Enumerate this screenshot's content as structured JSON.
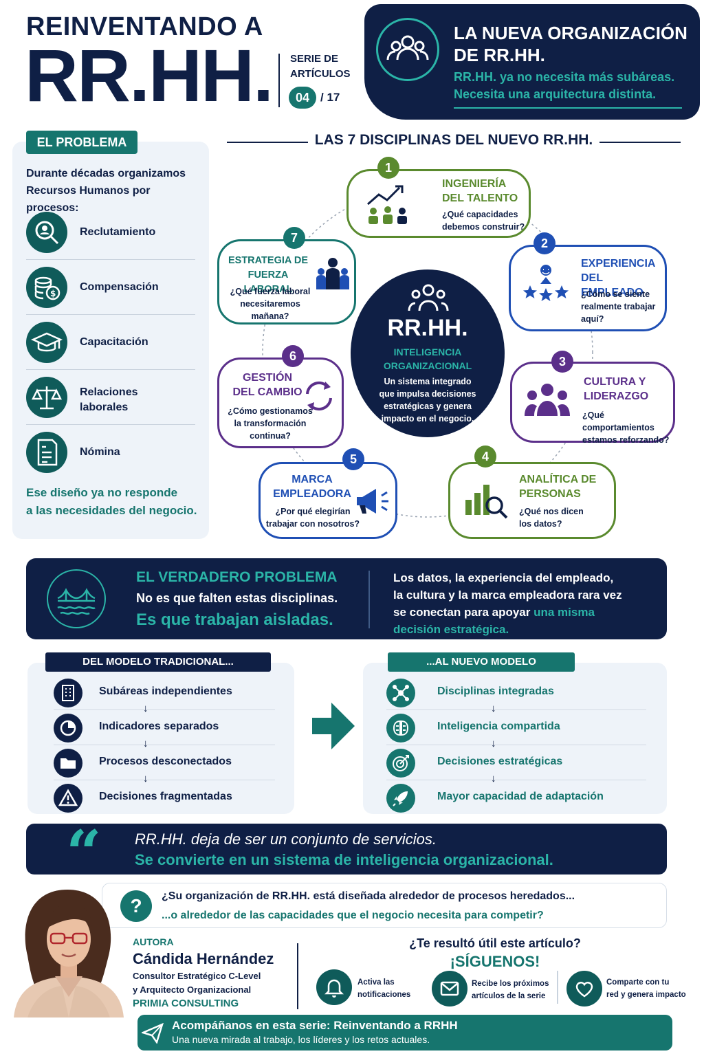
{
  "header": {
    "line1": "REINVENTANDO A",
    "big": "RR.HH.",
    "serie_line1": "SERIE DE",
    "serie_line2": "ARTÍCULOS",
    "article_number": "04",
    "article_total": "/ 17",
    "box_title_line1": "LA NUEVA ORGANIZACIÓN",
    "box_title_line2": "DE RR.HH.",
    "box_sub_line1": "RR.HH. ya no necesita más subáreas.",
    "box_sub_line2": "Necesita una arquitectura distinta."
  },
  "problem": {
    "tag": "EL PROBLEMA",
    "intro_line1": "Durante décadas organizamos",
    "intro_line2": "Recursos Humanos por procesos:",
    "items": [
      {
        "label": "Reclutamiento",
        "icon": "magnifier-person-icon"
      },
      {
        "label": "Compensación",
        "icon": "coins-icon"
      },
      {
        "label": "Capacitación",
        "icon": "graduation-cap-icon"
      },
      {
        "label_line1": "Relaciones",
        "label_line2": "laborales",
        "icon": "scales-icon"
      },
      {
        "label": "Nómina",
        "icon": "payroll-document-icon"
      }
    ],
    "end_line1": "Ese diseño ya no responde",
    "end_line2": "a las necesidades del negocio."
  },
  "disciplines": {
    "title": "LAS 7 DISCIPLINAS DEL NUEVO RR.HH.",
    "center": {
      "title": "RR.HH.",
      "sub_line1": "INTELIGENCIA",
      "sub_line2": "ORGANIZACIONAL",
      "desc_line1": "Un sistema integrado",
      "desc_line2": "que impulsa decisiones",
      "desc_line3": "estratégicas y genera",
      "desc_line4": "impacto en el negocio."
    },
    "items": [
      {
        "num": "1",
        "t1": "INGENIERÍA",
        "t2": "DEL TALENTO",
        "q1": "¿Qué capacidades",
        "q2": "debemos construir?",
        "q3": "",
        "color": "#5a8a2e"
      },
      {
        "num": "2",
        "t1": "EXPERIENCIA",
        "t2": "DEL EMPLEADO",
        "q1": "¿Cómo se siente",
        "q2": "realmente trabajar",
        "q3": "aquí?",
        "color": "#1f4fb4"
      },
      {
        "num": "3",
        "t1": "CULTURA Y",
        "t2": "LIDERAZGO",
        "q1": "¿Qué comportamientos",
        "q2": "estamos reforzando?",
        "q3": "",
        "color": "#5b2f8a"
      },
      {
        "num": "4",
        "t1": "ANALÍTICA DE",
        "t2": "PERSONAS",
        "q1": "¿Qué nos dicen",
        "q2": "los datos?",
        "q3": "",
        "color": "#5a8a2e"
      },
      {
        "num": "5",
        "t1": "MARCA",
        "t2": "EMPLEADORA",
        "q1": "¿Por qué elegirían",
        "q2": "trabajar con nosotros?",
        "q3": "",
        "color": "#1f4fb4"
      },
      {
        "num": "6",
        "t1": "GESTIÓN",
        "t2": "DEL CAMBIO",
        "q1": "¿Cómo gestionamos",
        "q2": "la transformación",
        "q3": "continua?",
        "color": "#5b2f8a"
      },
      {
        "num": "7",
        "t1": "ESTRATEGIA DE",
        "t2": "FUERZA LABORAL",
        "q1": "¿Qué fuerza laboral",
        "q2": "necesitaremos",
        "q3": "mañana?",
        "color": "#16756e"
      }
    ]
  },
  "banner": {
    "title": "EL VERDADERO PROBLEMA",
    "line1": "No es que falten estas disciplinas.",
    "line2": "Es que trabajan aisladas.",
    "right1": "Los datos, la experiencia del empleado,",
    "right2": "la cultura y la marca empleadora rara vez",
    "right3a": "se conectan para apoyar ",
    "right3b": "una misma",
    "right4": "decisión estratégica."
  },
  "models": {
    "old_title": "DEL MODELO TRADICIONAL...",
    "new_title": "...AL NUEVO MODELO",
    "old": [
      "Subáreas independientes",
      "Indicadores separados",
      "Procesos desconectados",
      "Decisiones fragmentadas"
    ],
    "new": [
      "Disciplinas integradas",
      "Inteligencia compartida",
      "Decisiones estratégicas",
      "Mayor capacidad de adaptación"
    ],
    "down_arrow": "↓"
  },
  "quote": {
    "mark": "“",
    "line1": "RR.HH. deja de ser un conjunto de servicios.",
    "line2": "Se convierte en un sistema de inteligencia organizacional."
  },
  "question": {
    "mark": "?",
    "line1": "¿Su organización de RR.HH. está diseñada alrededor de procesos heredados...",
    "line2": "...o alrededor de las capacidades que el negocio necesita para competir?"
  },
  "author": {
    "label": "AUTORA",
    "name": "Cándida Hernández",
    "role1": "Consultor Estratégico C-Level",
    "role2": "y Arquitecto Organizacional",
    "company": "PRIMIA CONSULTING"
  },
  "follow": {
    "title": "¿Te resultó útil este artículo?",
    "cta": "¡SÍGUENOS!",
    "items": [
      {
        "l1": "Activa las",
        "l2": "notificaciones",
        "icon": "bell-icon"
      },
      {
        "l1": "Recibe los próximos",
        "l2": "artículos de la serie",
        "icon": "mail-icon"
      },
      {
        "l1": "Comparte con tu",
        "l2": "red y genera impacto",
        "icon": "heart-icon"
      }
    ]
  },
  "footer": {
    "line1": "Acompáñanos en esta serie: Reinventando a RRHH",
    "line2": "Una nueva mirada al trabajo, los líderes y los retos actuales."
  }
}
